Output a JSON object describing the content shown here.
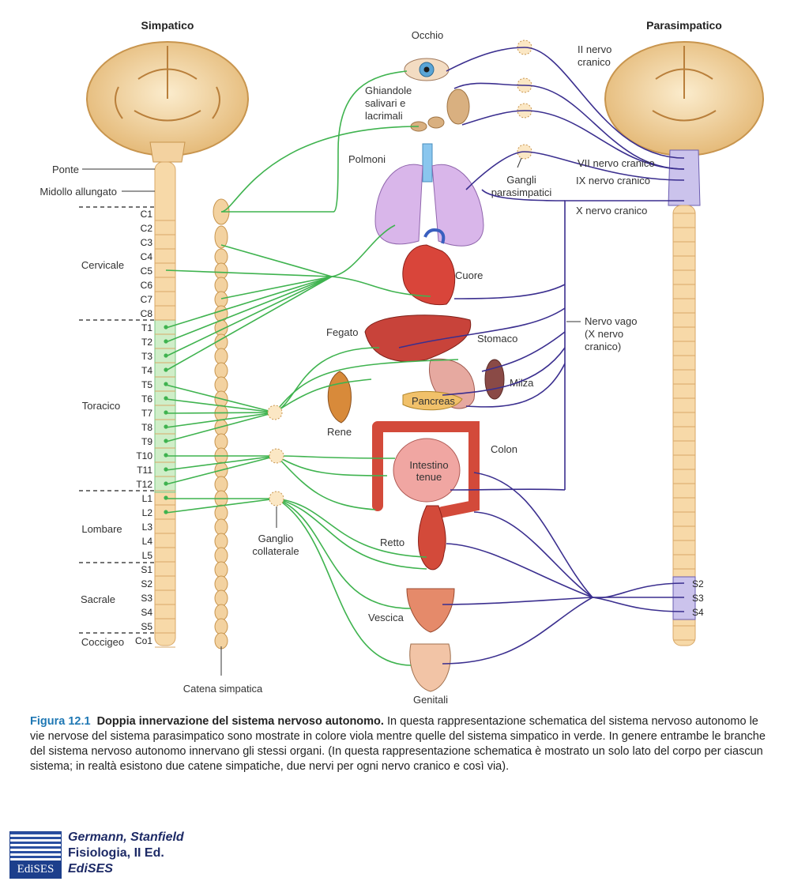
{
  "headers": {
    "sympathetic": "Simpatico",
    "parasympathetic": "Parasimpatico"
  },
  "brainstem_labels": {
    "pons": "Ponte",
    "medulla": "Midollo allungato"
  },
  "region_labels": [
    "Cervicale",
    "Toracico",
    "Lombare",
    "Sacrale",
    "Coccigeo"
  ],
  "left_segments": [
    "C1",
    "C2",
    "C3",
    "C4",
    "C5",
    "C6",
    "C7",
    "C8",
    "T1",
    "T2",
    "T3",
    "T4",
    "T5",
    "T6",
    "T7",
    "T8",
    "T9",
    "T10",
    "T11",
    "T12",
    "L1",
    "L2",
    "L3",
    "L4",
    "L5",
    "S1",
    "S2",
    "S3",
    "S4",
    "S5",
    "Co1"
  ],
  "right_sacral_segments": [
    "S2",
    "S3",
    "S4"
  ],
  "organs": {
    "eye": "Occhio",
    "glands": [
      "Ghiandole",
      "salivari e",
      "lacrimali"
    ],
    "lungs": "Polmoni",
    "heart": "Cuore",
    "liver": "Fegato",
    "stomach": "Stomaco",
    "spleen": "Milza",
    "pancreas": "Pancreas",
    "kidney": "Rene",
    "colon": "Colon",
    "small_intestine": [
      "Intestino",
      "tenue"
    ],
    "rectum": "Retto",
    "bladder": "Vescica",
    "genitals": "Genitali"
  },
  "nerve_labels": {
    "cranial_ii": [
      "II nervo",
      "cranico"
    ],
    "cranial_vii": "VII nervo cranico",
    "cranial_ix": "IX nervo cranico",
    "cranial_x": "X nervo cranico",
    "vagus": [
      "Nervo vago",
      "(X nervo",
      "cranico)"
    ],
    "parasympathetic_ganglia": [
      "Gangli",
      "parasimpatici"
    ],
    "collateral_ganglion": [
      "Ganglio",
      "collaterale"
    ],
    "sympathetic_chain": "Catena simpatica"
  },
  "caption": {
    "number": "Figura 12.1",
    "title": "Doppia innervazione del sistema nervoso autonomo.",
    "text": "In questa rappresentazione schematica del sistema nervoso autonomo le vie nervose del sistema parasimpatico sono mostrate in colore viola mentre quelle del sistema simpatico in verde. In genere entrambe le branche del sistema nervoso autonomo innervano gli stessi organi. (In questa rappresentazione schematica è mostrato un solo lato del corpo per ciascun sistema; in realtà esistono due catene simpatiche, due nervi per ogni nervo cranico e così via)."
  },
  "publisher": {
    "logo_text": "EdiSES",
    "authors": "Germann, Stanfield",
    "book": "Fisiologia, II Ed.",
    "name": "EdiSES"
  },
  "colors": {
    "sympathetic": "#3fb34f",
    "parasympathetic": "#3b2f8f",
    "caption_accent": "#1f78b4",
    "spinal_cord": "#f7d9a8"
  }
}
